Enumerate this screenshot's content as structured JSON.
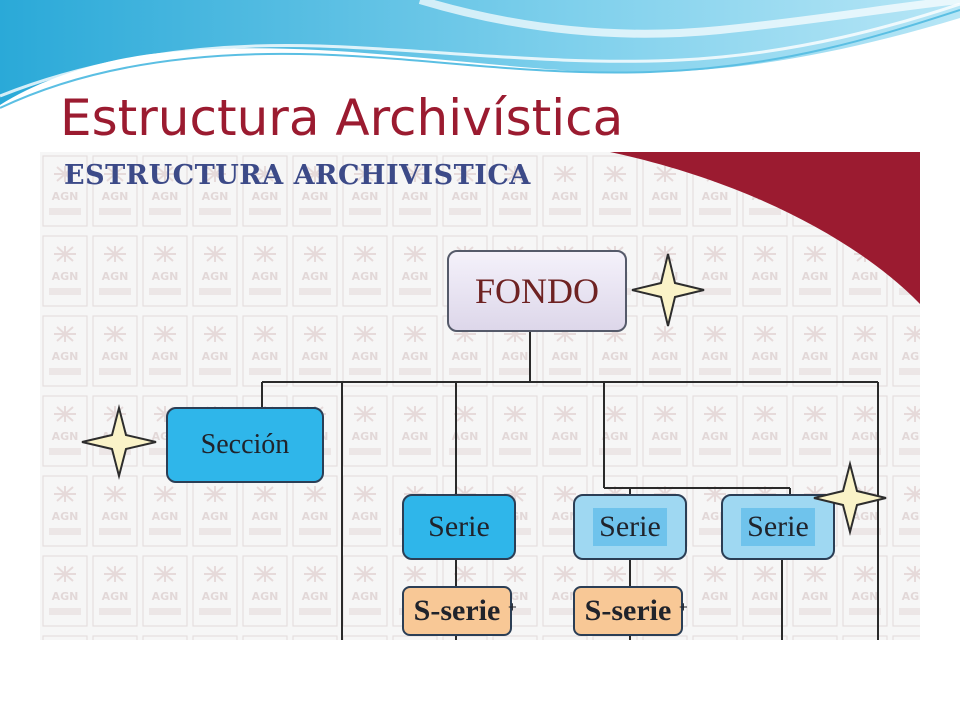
{
  "slide": {
    "title": "Estructura Archivística"
  },
  "diagram": {
    "heading": "ESTRUCTURA ARCHIVISTICA",
    "nodes": {
      "fondo": "FONDO",
      "seccion": "Sección",
      "serie_1": "Serie",
      "serie_2": "Serie",
      "serie_3": "Serie",
      "sserie_1": "S-serie",
      "sserie_2": "S-serie",
      "plus_mark": "+"
    },
    "watermark_text": "AGN"
  },
  "colors": {
    "title": "#9b1b30",
    "corner_accent": "#9b1b30",
    "heading": "#3c4a88",
    "seccion_fill": "#2fb6ea",
    "serie_light_fill": "#9fd8f2",
    "sserie_fill": "#f8c896",
    "star_fill": "#faf3c8"
  },
  "icons": [
    "four-point-star-icon",
    "agn-logo-watermark"
  ]
}
